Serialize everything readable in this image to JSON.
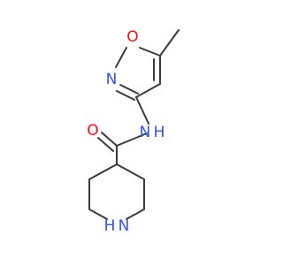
{
  "molecule": {
    "atoms": [
      {
        "symbol": "O",
        "color": "#ff0d0d"
      },
      {
        "symbol": "N",
        "color": "#3050f8"
      },
      {
        "symbol": "N",
        "color": "#3050f8"
      },
      {
        "symbol": "H",
        "color": "#3050f8"
      },
      {
        "symbol": "O",
        "color": "#ff0d0d"
      },
      {
        "symbol": "N",
        "color": "#3050f8"
      },
      {
        "symbol": "H",
        "color": "#3050f8"
      }
    ],
    "bond_color": "#3a3a3a"
  }
}
